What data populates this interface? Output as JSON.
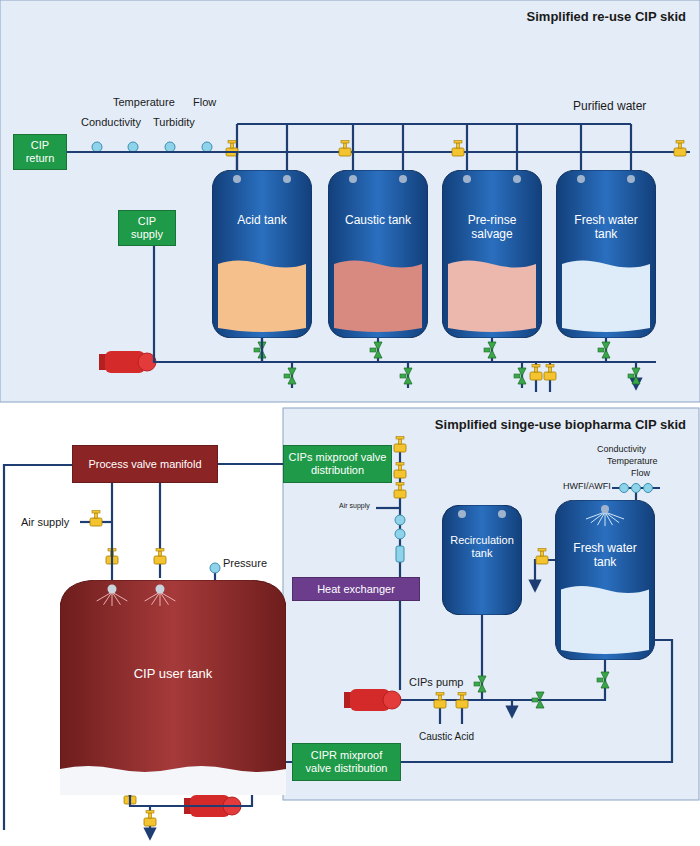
{
  "diagram": {
    "nodes": [
      {
        "text": [
          "Simplified re-use CIP skid"
        ]
      },
      {
        "text": [
          "CIP return"
        ],
        "in": 0
      },
      {
        "text": [
          "CIP supply"
        ],
        "in": 0
      },
      {
        "text": [
          "Acid tank"
        ],
        "in": 0
      },
      {
        "text": [
          "Caustic tank"
        ],
        "in": 0
      },
      {
        "text": [
          "Pre-rinse salvage"
        ],
        "in": 0
      },
      {
        "text": [
          "Fresh water tank"
        ],
        "in": 0
      },
      {
        "text": [
          "Simplified singe-use biopharma CIP skid"
        ]
      },
      {
        "text": [
          "Fresh water tank"
        ],
        "in": 7
      },
      {
        "text": [
          "Recirculation tank"
        ],
        "in": 7
      },
      {
        "text": [
          "Heat exchanger"
        ],
        "in": 7
      },
      {
        "text": [
          "CIPs mixproof valve distribution"
        ]
      },
      {
        "text": [
          "CIPR mixproof valve distribution"
        ]
      },
      {
        "text": [
          "Process valve manifold"
        ]
      },
      {
        "text": [
          "CIP user tank"
        ]
      }
    ],
    "edges": [
      {
        "from": 1,
        "to": 3,
        "arrow": "none"
      },
      {
        "from": 2,
        "to": 3,
        "arrow": "none"
      },
      {
        "from": 11,
        "to": 13,
        "arrow": "none"
      },
      {
        "from": 13,
        "to": 14,
        "arrow": "none"
      },
      {
        "from": 14,
        "to": 12,
        "arrow": "none"
      }
    ],
    "labels": [
      "Flow",
      "Temperature",
      "Turbidity",
      "Conductivity",
      "Purified water",
      "Conductivity",
      "Temperature",
      "Flow",
      "HWFI/AWFI",
      "Air supply",
      "Air supply",
      "Pressure",
      "CIPs pump",
      "Caustic Acid"
    ]
  }
}
